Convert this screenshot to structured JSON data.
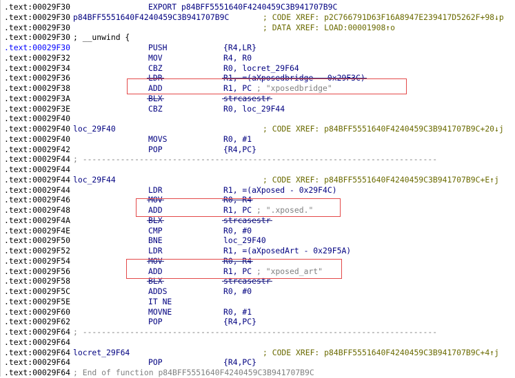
{
  "lines": [
    {
      "addr": ".text:00029F30",
      "addr_hl": false,
      "mnem": "EXPORT p84BFF5551640F4240459C3B941707B9C"
    },
    {
      "addr": ".text:00029F30",
      "addr_hl": false,
      "label": "p84BFF5551640F4240459C3B941707B9C",
      "xref": "; CODE XREF: p2C766791D63F16A8947E239417D5262F+98↓p"
    },
    {
      "addr": ".text:00029F30",
      "addr_hl": false,
      "xref": "; DATA XREF: LOAD:00001908↑o"
    },
    {
      "addr": ".text:00029F30",
      "addr_hl": false,
      "label": "; __unwind {",
      "label_dark": true
    },
    {
      "addr": ".text:00029F30",
      "addr_hl": true,
      "mnem": "PUSH",
      "ops": "{R4,LR}"
    },
    {
      "addr": ".text:00029F32",
      "addr_hl": false,
      "mnem": "MOV",
      "ops": "R4, R0"
    },
    {
      "addr": ".text:00029F34",
      "addr_hl": false,
      "mnem": "CBZ",
      "ops": "R0, locret_29F64"
    },
    {
      "addr": ".text:00029F36",
      "addr_hl": false,
      "mnem": "LDR",
      "ops": "R1, =(aXposedbridge - 0x29F3C)",
      "strike": true
    },
    {
      "addr": ".text:00029F38",
      "addr_hl": false,
      "mnem": "ADD",
      "ops": "R1, PC",
      "comment": " ; \"xposedbridge\""
    },
    {
      "addr": ".text:00029F3A",
      "addr_hl": false,
      "mnem": "BLX",
      "ops": "strcasestr",
      "strike": true
    },
    {
      "addr": ".text:00029F3E",
      "addr_hl": false,
      "mnem": "CBZ",
      "ops": "R0, loc_29F44"
    },
    {
      "addr": ".text:00029F40",
      "addr_hl": false
    },
    {
      "addr": ".text:00029F40",
      "addr_hl": false,
      "label": "loc_29F40",
      "xref": "; CODE XREF: p84BFF5551640F4240459C3B941707B9C+20↓j"
    },
    {
      "addr": ".text:00029F40",
      "addr_hl": false,
      "mnem": "MOVS",
      "ops": "R0, #1"
    },
    {
      "addr": ".text:00029F42",
      "addr_hl": false,
      "mnem": "POP",
      "ops": "{R4,PC}"
    },
    {
      "addr": ".text:00029F44",
      "addr_hl": false,
      "sep": "; ---------------------------------------------------------------------------"
    },
    {
      "addr": ".text:00029F44",
      "addr_hl": false
    },
    {
      "addr": ".text:00029F44",
      "addr_hl": false,
      "label": "loc_29F44",
      "xref": "; CODE XREF: p84BFF5551640F4240459C3B941707B9C+E↑j"
    },
    {
      "addr": ".text:00029F44",
      "addr_hl": false,
      "mnem": "LDR",
      "ops": "R1, =(aXposed - 0x29F4C)"
    },
    {
      "addr": ".text:00029F46",
      "addr_hl": false,
      "mnem": "MOV",
      "ops": "R0, R4",
      "strike": true
    },
    {
      "addr": ".text:00029F48",
      "addr_hl": false,
      "mnem": "ADD",
      "ops": "R1, PC",
      "comment": " ; \".xposed.\""
    },
    {
      "addr": ".text:00029F4A",
      "addr_hl": false,
      "mnem": "BLX",
      "ops": "strcasestr",
      "strike": true
    },
    {
      "addr": ".text:00029F4E",
      "addr_hl": false,
      "mnem": "CMP",
      "ops": "R0, #0"
    },
    {
      "addr": ".text:00029F50",
      "addr_hl": false,
      "mnem": "BNE",
      "ops": "loc_29F40"
    },
    {
      "addr": ".text:00029F52",
      "addr_hl": false,
      "mnem": "LDR",
      "ops": "R1, =(aXposedArt - 0x29F5A)"
    },
    {
      "addr": ".text:00029F54",
      "addr_hl": false,
      "mnem": "MOV",
      "ops": "R0, R4",
      "strike": true
    },
    {
      "addr": ".text:00029F56",
      "addr_hl": false,
      "mnem": "ADD",
      "ops": "R1, PC",
      "comment": " ; \"xposed_art\""
    },
    {
      "addr": ".text:00029F58",
      "addr_hl": false,
      "mnem": "BLX",
      "ops": "strcasestr",
      "strike": true
    },
    {
      "addr": ".text:00029F5C",
      "addr_hl": false,
      "mnem": "ADDS",
      "ops": "R0, #0"
    },
    {
      "addr": ".text:00029F5E",
      "addr_hl": false,
      "mnem": "IT NE"
    },
    {
      "addr": ".text:00029F60",
      "addr_hl": false,
      "mnem": "MOVNE",
      "ops": "R0, #1"
    },
    {
      "addr": ".text:00029F62",
      "addr_hl": false,
      "mnem": "POP",
      "ops": "{R4,PC}"
    },
    {
      "addr": ".text:00029F64",
      "addr_hl": false,
      "sep": "; ---------------------------------------------------------------------------"
    },
    {
      "addr": ".text:00029F64",
      "addr_hl": false
    },
    {
      "addr": ".text:00029F64",
      "addr_hl": false,
      "label": "locret_29F64",
      "xref": "; CODE XREF: p84BFF5551640F4240459C3B941707B9C+4↑j"
    },
    {
      "addr": ".text:00029F64",
      "addr_hl": false,
      "mnem": "POP",
      "ops": "{R4,PC}"
    },
    {
      "addr": ".text:00029F64",
      "addr_hl": false,
      "fnend": "; End of function p84BFF5551640F4240459C3B941707B9C"
    }
  ],
  "colors": {
    "highlight_box": "#e34848",
    "code": "#000080",
    "xref": "#6a6a00",
    "comment": "#808080",
    "address_current": "#0000ff"
  }
}
